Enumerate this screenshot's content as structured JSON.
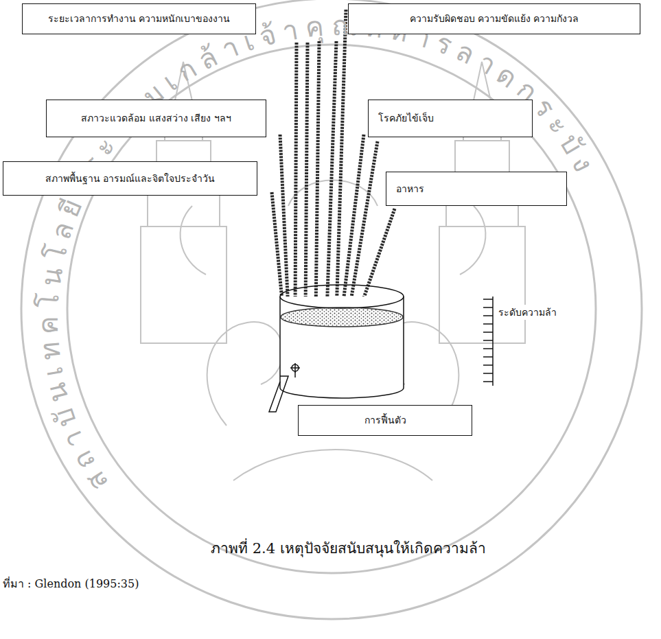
{
  "diagram": {
    "caption": "ภาพที่ 2.4 เหตุปัจจัยสนับสนุนให้เกิดความล้า",
    "nodes": [
      {
        "text": [
          "ระยะเวลาการทำงาน ความหนักเบาของงาน"
        ]
      },
      {
        "text": [
          "ความรับผิดชอบ ความขัดแย้ง ความกังวล"
        ]
      },
      {
        "text": [
          "สภาวะแวดล้อม แสงสว่าง เสียง ฯลฯ"
        ]
      },
      {
        "text": [
          "โรคภัยไข้เจ็บ"
        ]
      },
      {
        "text": [
          "สภาพพื้นฐาน อารมณ์และจิตใจประจำวัน"
        ]
      },
      {
        "text": [
          "อาหาร"
        ]
      },
      {
        "text": [
          "การฟื้นตัว"
        ]
      }
    ],
    "labels": [
      "ระดับความล้า",
      "สถาบันเทคโนโลยีพระจอมเกล้าเจ้าคุณทหารลาดกระบัง",
      "ที่มา : Glendon (1995:35)"
    ]
  }
}
